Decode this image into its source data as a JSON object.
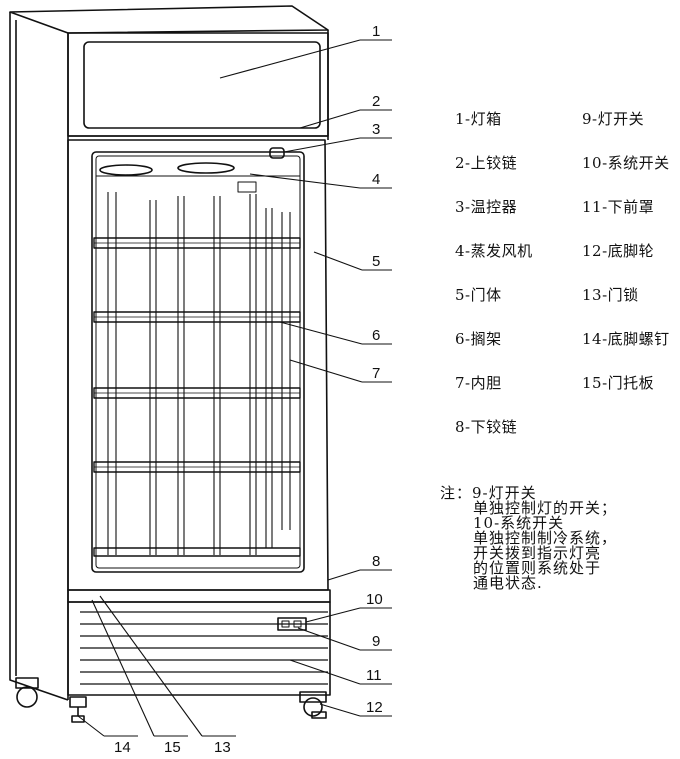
{
  "callouts": [
    "1",
    "2",
    "3",
    "4",
    "5",
    "6",
    "7",
    "8",
    "9",
    "10",
    "11",
    "12",
    "13",
    "14",
    "15"
  ],
  "legend": {
    "items": [
      "1-灯箱",
      "9-灯开关",
      "2-上铰链",
      "10-系统开关",
      "3-温控器",
      "11-下前罩",
      "4-蒸发风机",
      "12-底脚轮",
      "5-门体",
      "13-门锁",
      "6-搁架",
      "14-底脚螺钉",
      "7-内胆",
      "15-门托板",
      "8-下铰链"
    ]
  },
  "note": {
    "prefix": "注：",
    "line1": "9-灯开关",
    "line2": "单独控制灯的开关；",
    "line3": "10-系统开关",
    "line4": "单独控制制冷系统，",
    "line5": "开关拨到指示灯亮",
    "line6": "的位置则系统处于",
    "line7": "通电状态."
  }
}
